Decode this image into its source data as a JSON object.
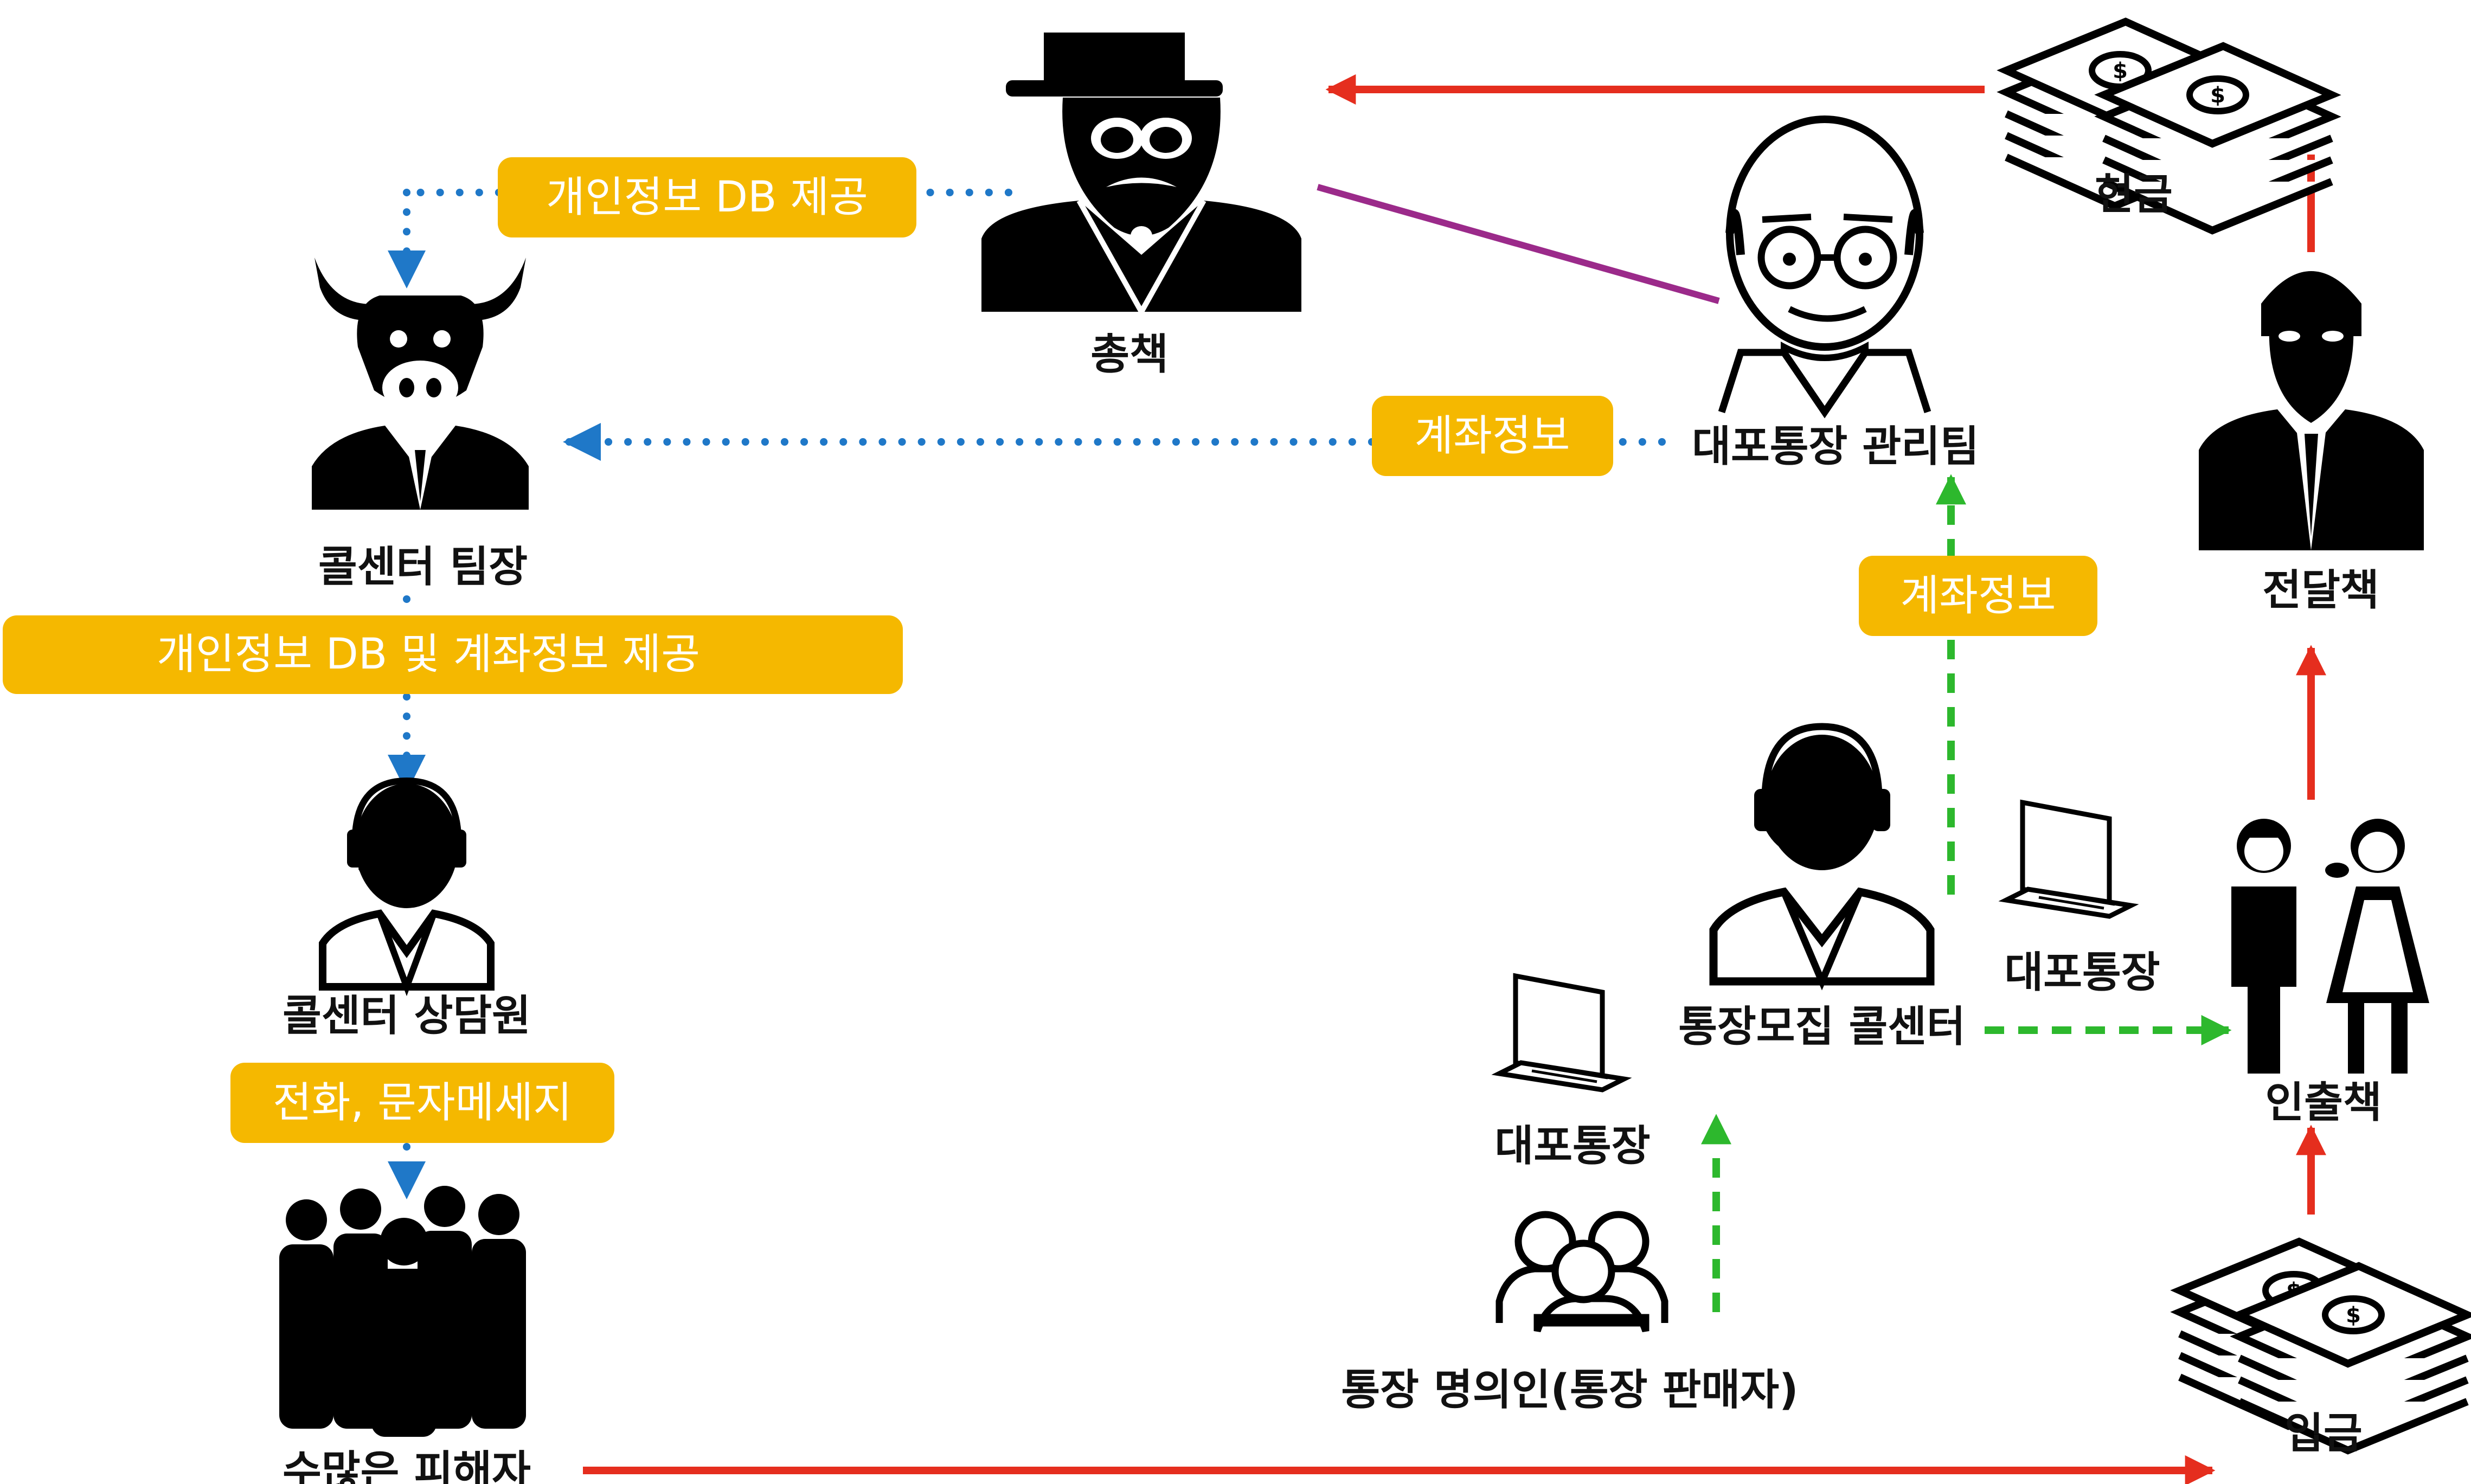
{
  "nodes": {
    "boss": "총책",
    "manager": "대포통장 관리팀",
    "cash_top": "현금",
    "courier": "전달책",
    "call_leader": "콜센터 팀장",
    "call_agent": "콜센터 상담원",
    "victims": "수많은 피해자",
    "recruit_center": "통장모집 콜센터",
    "bankbook_right": "대포통장",
    "bankbook_left": "대포통장",
    "account_holder": "통장 명의인(통장 판매자)",
    "withdrawer": "인출책",
    "deposit": "입금"
  },
  "labels": {
    "db_provide": "개인정보 DB 제공",
    "account_info_top": "계좌정보",
    "account_info_mid": "계좌정보",
    "db_and_account": "개인정보 DB 및 계좌정보 제공",
    "phone_sms": "전화, 문자메세지"
  },
  "colors": {
    "info_flow": "#1f78c8",
    "money_flow": "#e52e1e",
    "bankbook_flow": "#2db82d",
    "link": "#9b2a8a",
    "pill": "#f5b800",
    "icon": "#000000"
  }
}
